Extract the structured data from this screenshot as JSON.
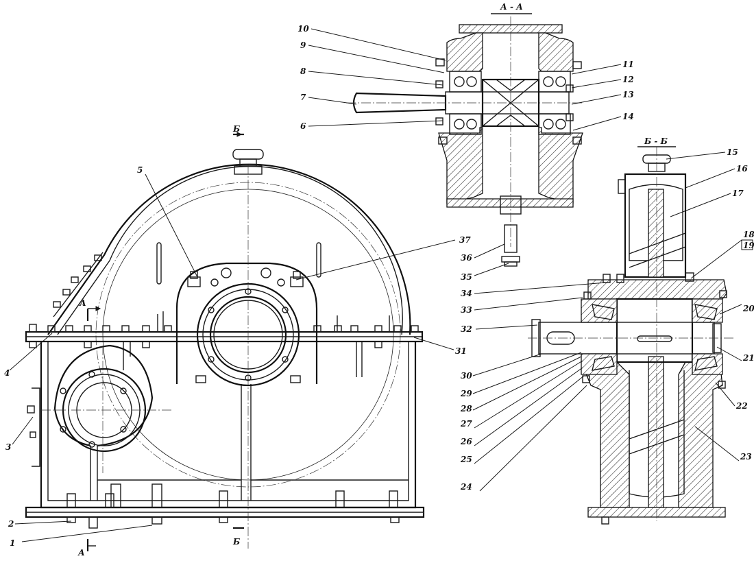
{
  "section_labels": {
    "aa_top": "А - А",
    "bb_top": "Б - Б",
    "a_marker_upper": "А",
    "a_marker_lower": "А",
    "b_marker_upper": "Б",
    "b_marker_lower": "Б"
  },
  "callouts": [
    {
      "id": "1",
      "text": "1"
    },
    {
      "id": "2",
      "text": "2"
    },
    {
      "id": "3",
      "text": "3"
    },
    {
      "id": "4",
      "text": "4"
    },
    {
      "id": "5",
      "text": "5"
    },
    {
      "id": "6",
      "text": "6"
    },
    {
      "id": "7",
      "text": "7"
    },
    {
      "id": "8",
      "text": "8"
    },
    {
      "id": "9",
      "text": "9"
    },
    {
      "id": "10",
      "text": "10"
    },
    {
      "id": "11",
      "text": "11"
    },
    {
      "id": "12",
      "text": "12"
    },
    {
      "id": "13",
      "text": "13"
    },
    {
      "id": "14",
      "text": "14"
    },
    {
      "id": "15",
      "text": "15"
    },
    {
      "id": "16",
      "text": "16"
    },
    {
      "id": "17",
      "text": "17"
    },
    {
      "id": "18",
      "text": "18"
    },
    {
      "id": "19",
      "text": "19"
    },
    {
      "id": "20",
      "text": "20"
    },
    {
      "id": "21",
      "text": "21"
    },
    {
      "id": "22",
      "text": "22"
    },
    {
      "id": "23",
      "text": "23"
    },
    {
      "id": "24",
      "text": "24"
    },
    {
      "id": "25",
      "text": "25"
    },
    {
      "id": "26",
      "text": "26"
    },
    {
      "id": "27",
      "text": "27"
    },
    {
      "id": "28",
      "text": "28"
    },
    {
      "id": "29",
      "text": "29"
    },
    {
      "id": "30",
      "text": "30"
    },
    {
      "id": "31",
      "text": "31"
    },
    {
      "id": "32",
      "text": "32"
    },
    {
      "id": "33",
      "text": "33"
    },
    {
      "id": "34",
      "text": "34"
    },
    {
      "id": "35",
      "text": "35"
    },
    {
      "id": "36",
      "text": "36"
    },
    {
      "id": "37",
      "text": "37"
    }
  ]
}
